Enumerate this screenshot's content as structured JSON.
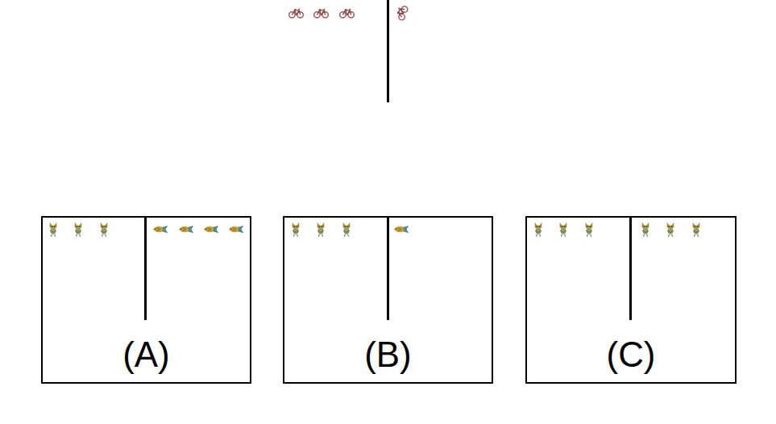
{
  "diagram": {
    "nodes": [
      {
        "text": [
          "(A)"
        ]
      },
      {
        "text": [
          "(B)"
        ]
      },
      {
        "text": [
          "(C)"
        ]
      }
    ]
  }
}
